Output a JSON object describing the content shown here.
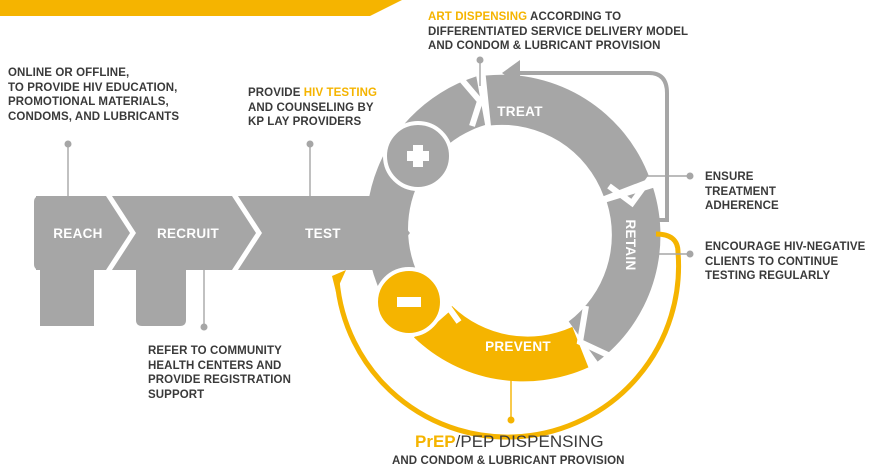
{
  "colors": {
    "gray": "#a6a6a6",
    "orange": "#f5b400",
    "dark_text": "#3a3a3a",
    "white": "#ffffff"
  },
  "segments": {
    "reach": "REACH",
    "recruit": "RECRUIT",
    "test": "TEST",
    "treat": "TREAT",
    "retain": "RETAIN",
    "prevent": "PREVENT"
  },
  "icons": {
    "plus": "plus-icon",
    "minus": "minus-icon"
  },
  "notes": {
    "reach": [
      "ONLINE OR OFFLINE,",
      "TO PROVIDE HIV EDUCATION,",
      "PROMOTIONAL MATERIALS,",
      "CONDOMS, AND LUBRICANTS"
    ],
    "test": {
      "pre": "PROVIDE ",
      "highlight": "HIV TESTING",
      "rest": [
        "AND COUNSELING BY",
        "KP LAY PROVIDERS"
      ]
    },
    "art": {
      "highlight": "ART DISPENSING",
      "post": " ACCORDING TO",
      "rest": [
        "DIFFERENTIATED SERVICE DELIVERY MODEL",
        "AND CONDOM & LUBRICANT PROVISION"
      ]
    },
    "adherence": [
      "ENSURE",
      "TREATMENT",
      "ADHERENCE"
    ],
    "negative": [
      "ENCOURAGE HIV-NEGATIVE",
      "CLIENTS TO CONTINUE",
      "TESTING REGULARLY"
    ],
    "recruit": [
      "REFER TO COMMUNITY",
      "HEALTH CENTERS AND",
      "PROVIDE REGISTRATION",
      "SUPPORT"
    ],
    "prep": {
      "highlight": "PrEP",
      "post": "/PEP DISPENSING",
      "sub": "AND CONDOM & LUBRICANT PROVISION"
    }
  }
}
